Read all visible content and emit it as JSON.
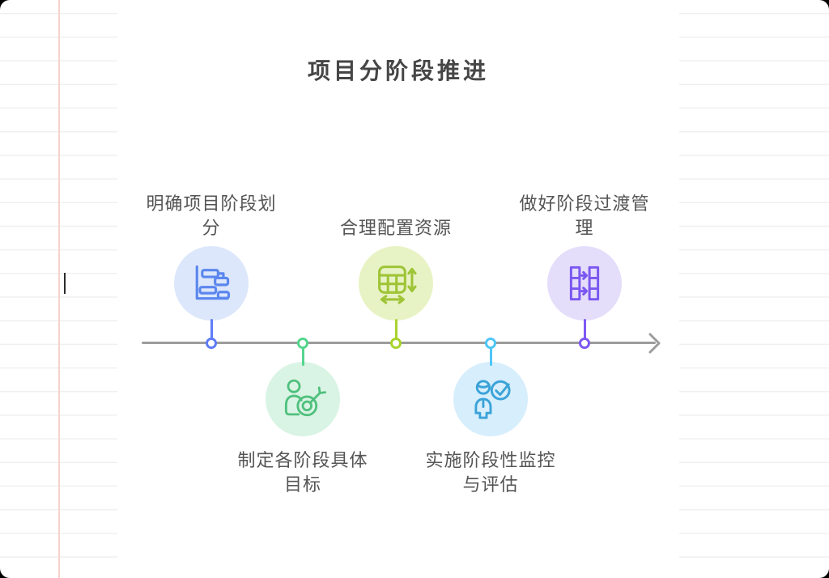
{
  "title": "项目分阶段推进",
  "timeline": {
    "color": "#9c9c9c"
  },
  "page": {
    "title_color": "#464646",
    "text_color": "#555555"
  },
  "nodes": [
    {
      "label": "明确项目阶段划分",
      "position": "top",
      "icon": "gantt-chart-icon",
      "colors": {
        "circle": "#dce7fb",
        "icon": "#5b87ee",
        "connector": "#5f7cf8"
      }
    },
    {
      "label": "制定各阶段具体目标",
      "position": "bottom",
      "icon": "person-target-icon",
      "colors": {
        "circle": "#d9f4e4",
        "icon": "#50c07d",
        "connector": "#55d58d"
      }
    },
    {
      "label": "合理配置资源",
      "position": "top",
      "icon": "table-resize-icon",
      "colors": {
        "circle": "#e8f3c5",
        "icon": "#9fc437",
        "connector": "#a9d32c"
      }
    },
    {
      "label": "实施阶段性监控与评估",
      "position": "bottom",
      "icon": "person-check-icon",
      "colors": {
        "circle": "#d7eefc",
        "icon": "#3aa3d8",
        "connector": "#4fc6f7"
      }
    },
    {
      "label": "做好阶段过渡管理",
      "position": "top",
      "icon": "columns-transfer-icon",
      "colors": {
        "circle": "#e5defb",
        "icon": "#7a57f0",
        "connector": "#7e58f5"
      }
    }
  ]
}
